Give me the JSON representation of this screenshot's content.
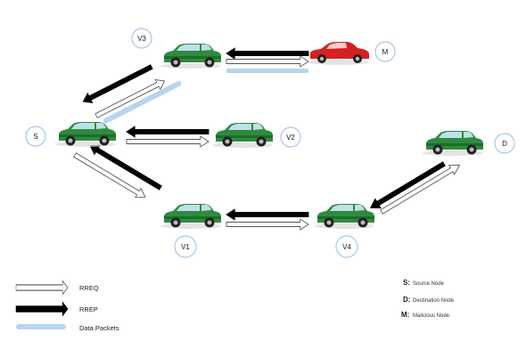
{
  "colors": {
    "car_body": "#2e8b3e",
    "car_body_dark": "#1f6b2c",
    "malicious_car": "#d42020",
    "rreq_fill": "#ffffff",
    "rrep_fill": "#000000",
    "data_packet": "#b8d4ee",
    "node_circle": "#a9c7e6"
  },
  "nodes": {
    "V3": "V3",
    "M": "M",
    "S": "S",
    "V2": "V2",
    "D": "D",
    "V1": "V1",
    "V4": "V4"
  },
  "legend": {
    "rreq": "RREQ",
    "rrep": "RREP",
    "data": "Data Packets"
  },
  "key": {
    "s_key": "S:",
    "s_desc": "Source Node",
    "d_key": "D:",
    "d_desc": "Destination Node",
    "m_key": "M:",
    "m_desc": "Malicious Node"
  }
}
